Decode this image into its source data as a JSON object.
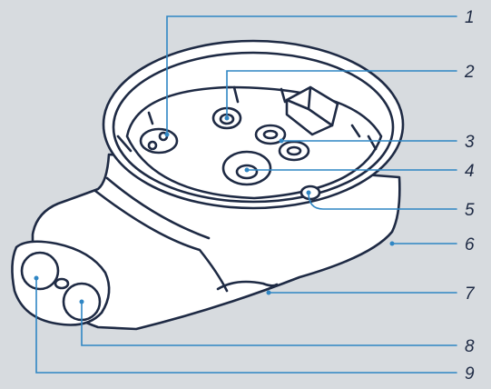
{
  "callouts": [
    {
      "label": "1"
    },
    {
      "label": "2"
    },
    {
      "label": "3"
    },
    {
      "label": "4"
    },
    {
      "label": "5"
    },
    {
      "label": "6"
    },
    {
      "label": "7"
    },
    {
      "label": "8"
    },
    {
      "label": "9"
    }
  ],
  "colors": {
    "background": "#d7dbdf",
    "outline": "#1e2a44",
    "leader": "#2f86c4",
    "body": "#ffffff"
  }
}
